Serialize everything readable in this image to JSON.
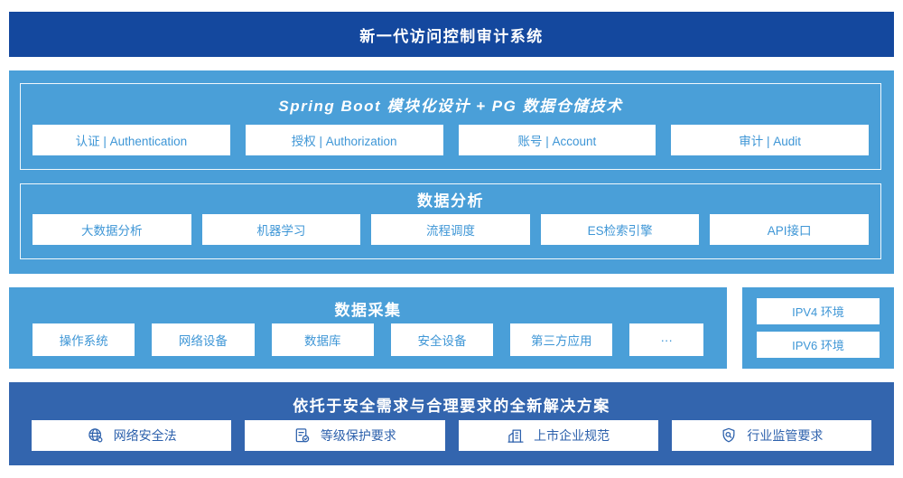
{
  "banner": {
    "title": "新一代访问控制审计系统"
  },
  "platform": {
    "title": "Spring Boot 模块化设计 + PG 数据仓储技术",
    "modules": [
      "认证 | Authentication",
      "授权 | Authorization",
      "账号 | Account",
      "审计 | Audit"
    ],
    "analysis": {
      "title": "数据分析",
      "items": [
        "大数据分析",
        "机器学习",
        "流程调度",
        "ES检索引擎",
        "API接口"
      ]
    }
  },
  "collection": {
    "title": "数据采集",
    "sources": [
      "操作系统",
      "网络设备",
      "数据库",
      "安全设备",
      "第三方应用",
      "···"
    ],
    "environments": [
      "IPV4 环境",
      "IPV6 环境"
    ]
  },
  "solution": {
    "title": "依托于安全需求与合理要求的全新解决方案",
    "items": [
      {
        "icon": "globe-icon",
        "label": "网络安全法"
      },
      {
        "icon": "document-check-icon",
        "label": "等级保护要求"
      },
      {
        "icon": "building-icon",
        "label": "上市企业规范"
      },
      {
        "icon": "shield-magnifier-icon",
        "label": "行业监管要求"
      }
    ]
  },
  "colors": {
    "banner_blue": "#14489e",
    "section_blue": "#4a9fd8",
    "solution_blue": "#3365ae",
    "box_text_blue": "#3e96d6",
    "solution_text_blue": "#2d61ac"
  }
}
